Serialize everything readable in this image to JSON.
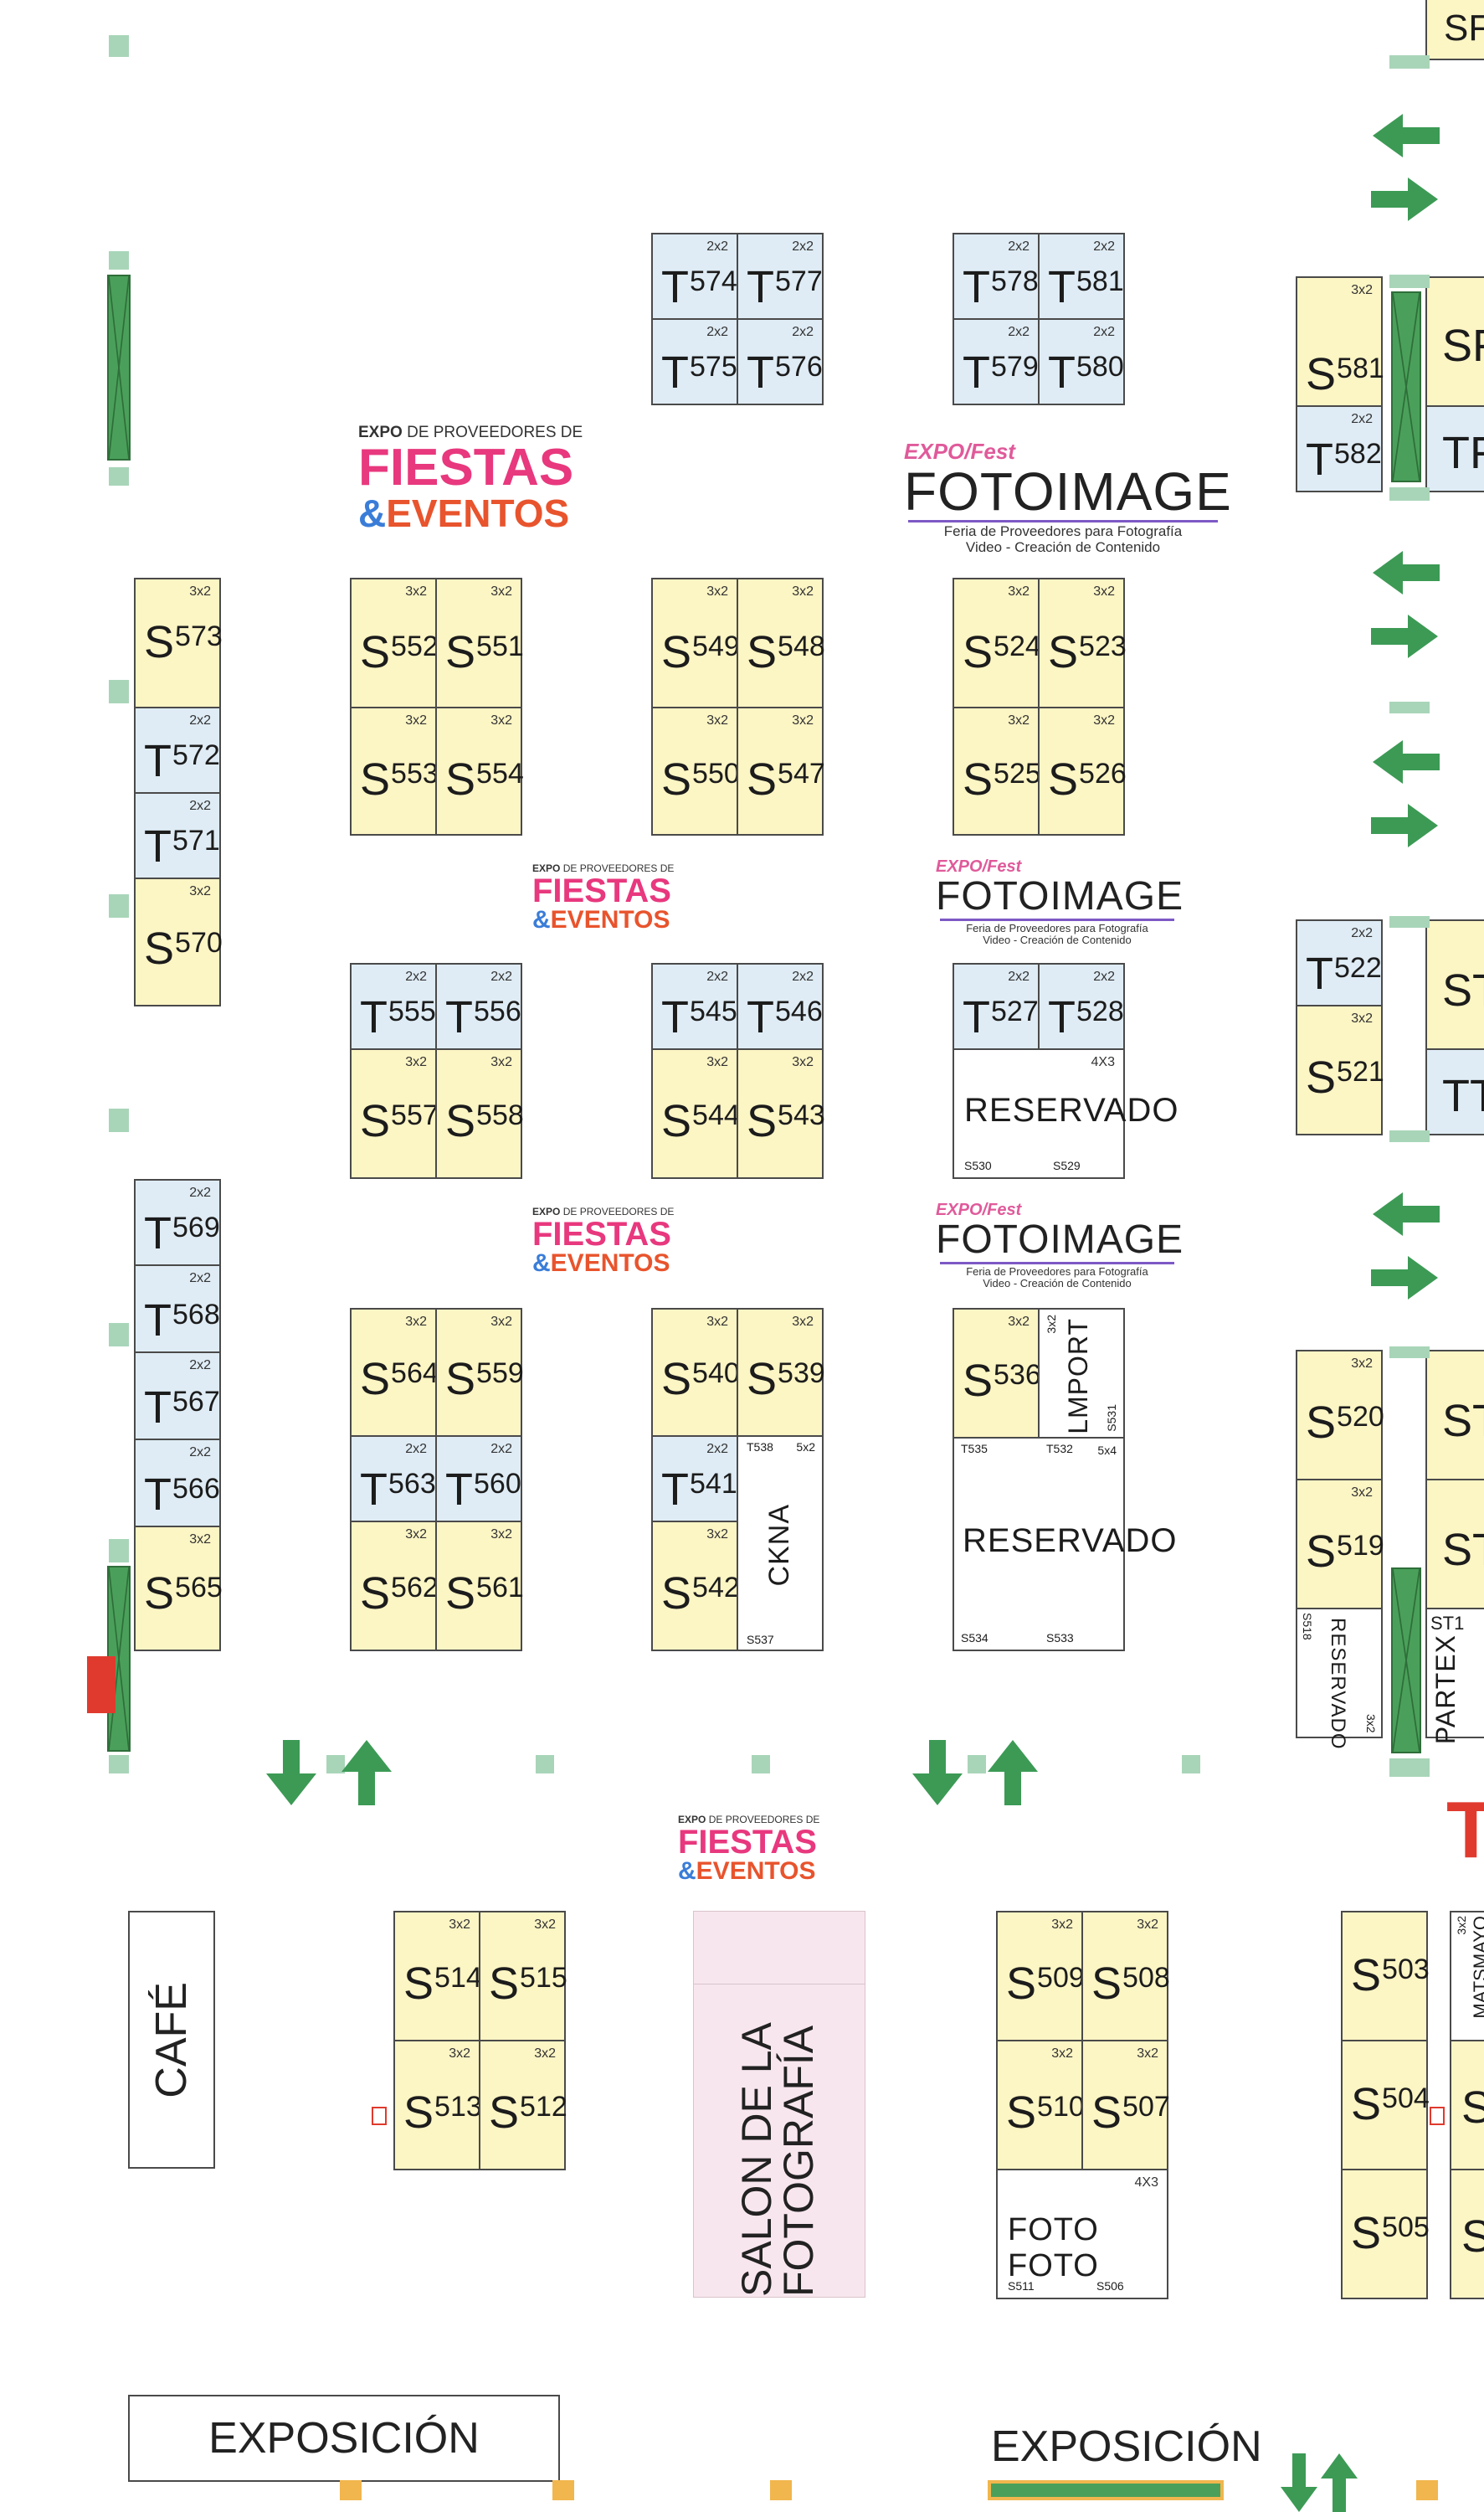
{
  "booths": [
    {
      "key": "t574",
      "cls": "T",
      "letter": "T",
      "num": "574",
      "size": "2x2"
    },
    {
      "key": "t577",
      "cls": "T",
      "letter": "T",
      "num": "577",
      "size": "2x2"
    },
    {
      "key": "t575",
      "cls": "T",
      "letter": "T",
      "num": "575",
      "size": "2x2"
    },
    {
      "key": "t576",
      "cls": "T",
      "letter": "T",
      "num": "576",
      "size": "2x2"
    },
    {
      "key": "t578",
      "cls": "T",
      "letter": "T",
      "num": "578",
      "size": "2x2"
    },
    {
      "key": "t581",
      "cls": "T",
      "letter": "T",
      "num": "581",
      "size": "2x2"
    },
    {
      "key": "t579",
      "cls": "T",
      "letter": "T",
      "num": "579",
      "size": "2x2"
    },
    {
      "key": "t580",
      "cls": "T",
      "letter": "T",
      "num": "580",
      "size": "2x2"
    },
    {
      "key": "s581",
      "cls": "S",
      "letter": "S",
      "num": "581",
      "size": "3x2"
    },
    {
      "key": "t582",
      "cls": "T",
      "letter": "T",
      "num": "582",
      "size": "2x2"
    },
    {
      "key": "s573",
      "cls": "S",
      "letter": "S",
      "num": "573",
      "size": "3x2"
    },
    {
      "key": "t572",
      "cls": "T",
      "letter": "T",
      "num": "572",
      "size": "2x2"
    },
    {
      "key": "t571",
      "cls": "T",
      "letter": "T",
      "num": "571",
      "size": "2x2"
    },
    {
      "key": "s570",
      "cls": "S",
      "letter": "S",
      "num": "570",
      "size": "3x2"
    },
    {
      "key": "s552",
      "cls": "S",
      "letter": "S",
      "num": "552",
      "size": "3x2"
    },
    {
      "key": "s551",
      "cls": "S",
      "letter": "S",
      "num": "551",
      "size": "3x2"
    },
    {
      "key": "s553",
      "cls": "S",
      "letter": "S",
      "num": "553",
      "size": "3x2"
    },
    {
      "key": "s554",
      "cls": "S",
      "letter": "S",
      "num": "554",
      "size": "3x2"
    },
    {
      "key": "s549",
      "cls": "S",
      "letter": "S",
      "num": "549",
      "size": "3x2"
    },
    {
      "key": "s548",
      "cls": "S",
      "letter": "S",
      "num": "548",
      "size": "3x2"
    },
    {
      "key": "s550",
      "cls": "S",
      "letter": "S",
      "num": "550",
      "size": "3x2"
    },
    {
      "key": "s547",
      "cls": "S",
      "letter": "S",
      "num": "547",
      "size": "3x2"
    },
    {
      "key": "s524",
      "cls": "S",
      "letter": "S",
      "num": "524",
      "size": "3x2"
    },
    {
      "key": "s523",
      "cls": "S",
      "letter": "S",
      "num": "523",
      "size": "3x2"
    },
    {
      "key": "s525",
      "cls": "S",
      "letter": "S",
      "num": "525",
      "size": "3x2"
    },
    {
      "key": "s526",
      "cls": "S",
      "letter": "S",
      "num": "526",
      "size": "3x2"
    },
    {
      "key": "t555",
      "cls": "T",
      "letter": "T",
      "num": "555",
      "size": "2x2"
    },
    {
      "key": "t556",
      "cls": "T",
      "letter": "T",
      "num": "556",
      "size": "2x2"
    },
    {
      "key": "s557",
      "cls": "S",
      "letter": "S",
      "num": "557",
      "size": "3x2"
    },
    {
      "key": "s558",
      "cls": "S",
      "letter": "S",
      "num": "558",
      "size": "3x2"
    },
    {
      "key": "t545",
      "cls": "T",
      "letter": "T",
      "num": "545",
      "size": "2x2"
    },
    {
      "key": "t546",
      "cls": "T",
      "letter": "T",
      "num": "546",
      "size": "2x2"
    },
    {
      "key": "s544",
      "cls": "S",
      "letter": "S",
      "num": "544",
      "size": "3x2"
    },
    {
      "key": "s543",
      "cls": "S",
      "letter": "S",
      "num": "543",
      "size": "3x2"
    },
    {
      "key": "t527",
      "cls": "T",
      "letter": "T",
      "num": "527",
      "size": "2x2"
    },
    {
      "key": "t528",
      "cls": "T",
      "letter": "T",
      "num": "528",
      "size": "2x2"
    },
    {
      "key": "t522",
      "cls": "T",
      "letter": "T",
      "num": "522",
      "size": "2x2"
    },
    {
      "key": "s521",
      "cls": "S",
      "letter": "S",
      "num": "521",
      "size": "3x2"
    },
    {
      "key": "t569",
      "cls": "T",
      "letter": "T",
      "num": "569",
      "size": "2x2"
    },
    {
      "key": "t568",
      "cls": "T",
      "letter": "T",
      "num": "568",
      "size": "2x2"
    },
    {
      "key": "t567",
      "cls": "T",
      "letter": "T",
      "num": "567",
      "size": "2x2"
    },
    {
      "key": "t566",
      "cls": "T",
      "letter": "T",
      "num": "566",
      "size": "2x2"
    },
    {
      "key": "s565",
      "cls": "S",
      "letter": "S",
      "num": "565",
      "size": "3x2"
    },
    {
      "key": "s564",
      "cls": "S",
      "letter": "S",
      "num": "564",
      "size": "3x2"
    },
    {
      "key": "s559",
      "cls": "S",
      "letter": "S",
      "num": "559",
      "size": "3x2"
    },
    {
      "key": "t563",
      "cls": "T",
      "letter": "T",
      "num": "563",
      "size": "2x2"
    },
    {
      "key": "t560",
      "cls": "T",
      "letter": "T",
      "num": "560",
      "size": "2x2"
    },
    {
      "key": "s562",
      "cls": "S",
      "letter": "S",
      "num": "562",
      "size": "3x2"
    },
    {
      "key": "s561",
      "cls": "S",
      "letter": "S",
      "num": "561",
      "size": "3x2"
    },
    {
      "key": "s540",
      "cls": "S",
      "letter": "S",
      "num": "540",
      "size": "3x2"
    },
    {
      "key": "s539",
      "cls": "S",
      "letter": "S",
      "num": "539",
      "size": "3x2"
    },
    {
      "key": "t541",
      "cls": "T",
      "letter": "T",
      "num": "541",
      "size": "2x2"
    },
    {
      "key": "s542",
      "cls": "S",
      "letter": "S",
      "num": "542",
      "size": "3x2"
    },
    {
      "key": "s536",
      "cls": "S",
      "letter": "S",
      "num": "536",
      "size": "3x2"
    },
    {
      "key": "s520",
      "cls": "S",
      "letter": "S",
      "num": "520",
      "size": "3x2"
    },
    {
      "key": "s519",
      "cls": "S",
      "letter": "S",
      "num": "519",
      "size": "3x2"
    },
    {
      "key": "s514",
      "cls": "S",
      "letter": "S",
      "num": "514",
      "size": "3x2"
    },
    {
      "key": "s515",
      "cls": "S",
      "letter": "S",
      "num": "515",
      "size": "3x2"
    },
    {
      "key": "s513",
      "cls": "S",
      "letter": "S",
      "num": "513",
      "size": "3x2"
    },
    {
      "key": "s512",
      "cls": "S",
      "letter": "S",
      "num": "512",
      "size": "3x2"
    },
    {
      "key": "s509",
      "cls": "S",
      "letter": "S",
      "num": "509",
      "size": "3x2"
    },
    {
      "key": "s508",
      "cls": "S",
      "letter": "S",
      "num": "508",
      "size": "3x2"
    },
    {
      "key": "s510",
      "cls": "S",
      "letter": "S",
      "num": "510",
      "size": "3x2"
    },
    {
      "key": "s507",
      "cls": "S",
      "letter": "S",
      "num": "507",
      "size": "3x2"
    },
    {
      "key": "s503",
      "cls": "S",
      "letter": "S",
      "num": "503",
      "size": ""
    },
    {
      "key": "s504",
      "cls": "S",
      "letter": "S",
      "num": "504",
      "size": ""
    },
    {
      "key": "s505",
      "cls": "S",
      "letter": "S",
      "num": "505",
      "size": ""
    }
  ],
  "reserved": {
    "r1": {
      "label": "RESERVADO",
      "size": "4X3",
      "left_code": "S530",
      "right_code": "S529"
    },
    "r2": {
      "label": "RESERVADO",
      "size": "5x4",
      "tl_code": "T535",
      "tr_code": "T532",
      "left_code": "S534",
      "right_code": "S533"
    },
    "ckna": {
      "label": "CKNA",
      "size": "5x2",
      "top_code": "T538",
      "bottom_code": "S537"
    },
    "filmport": {
      "label": "FILMPORT",
      "size": "3x2",
      "code": "S531"
    },
    "foto_foto": {
      "label": "FOTO FOTO",
      "size": "4X3",
      "left_code": "S511",
      "right_code": "S506"
    },
    "side_reservado": {
      "label": "RESERVADO",
      "code": "S518",
      "size": "3x2"
    },
    "partex": {
      "label": "PARTEX",
      "code": "ST1"
    }
  },
  "areas": {
    "cafe": "CAFÉ",
    "salon": "SALON DE LA FOTOGRAFÍA",
    "exposicion_left": "EXPOSICIÓN",
    "exposicion_right": "EXPOSICIÓN"
  },
  "edge_fragments": {
    "f1": "SF",
    "f2": "TF",
    "f3": "ST",
    "f4": "TT",
    "f5": "ST",
    "f6": "ST",
    "f7": "T",
    "f8": "S",
    "f9": "S",
    "f10": "SF",
    "f11": "3x2",
    "f12": "MATSMAYO"
  },
  "logos": {
    "fiestas": {
      "top_bold": "EXPO",
      "top_rest": " DE PROVEEDORES DE",
      "main": "FIESTAS",
      "amp": "&",
      "sub": "EVENTOS"
    },
    "foto": {
      "expo": "EXPO/",
      "fest": "Fest",
      "title": "FOTOIMAGE",
      "cap1": "Feria de Proveedores para Fotografía",
      "cap2": "Video - Creación de Contenido"
    }
  },
  "colors": {
    "s_booth": "#fcf5c4",
    "t_booth": "#dfecf5",
    "gate": "#4aa05a",
    "arrow": "#3c9a55",
    "fiestas_pink": "#e8387e",
    "eventos_orange": "#e8542d",
    "salon_pink": "#f8e6ee"
  }
}
